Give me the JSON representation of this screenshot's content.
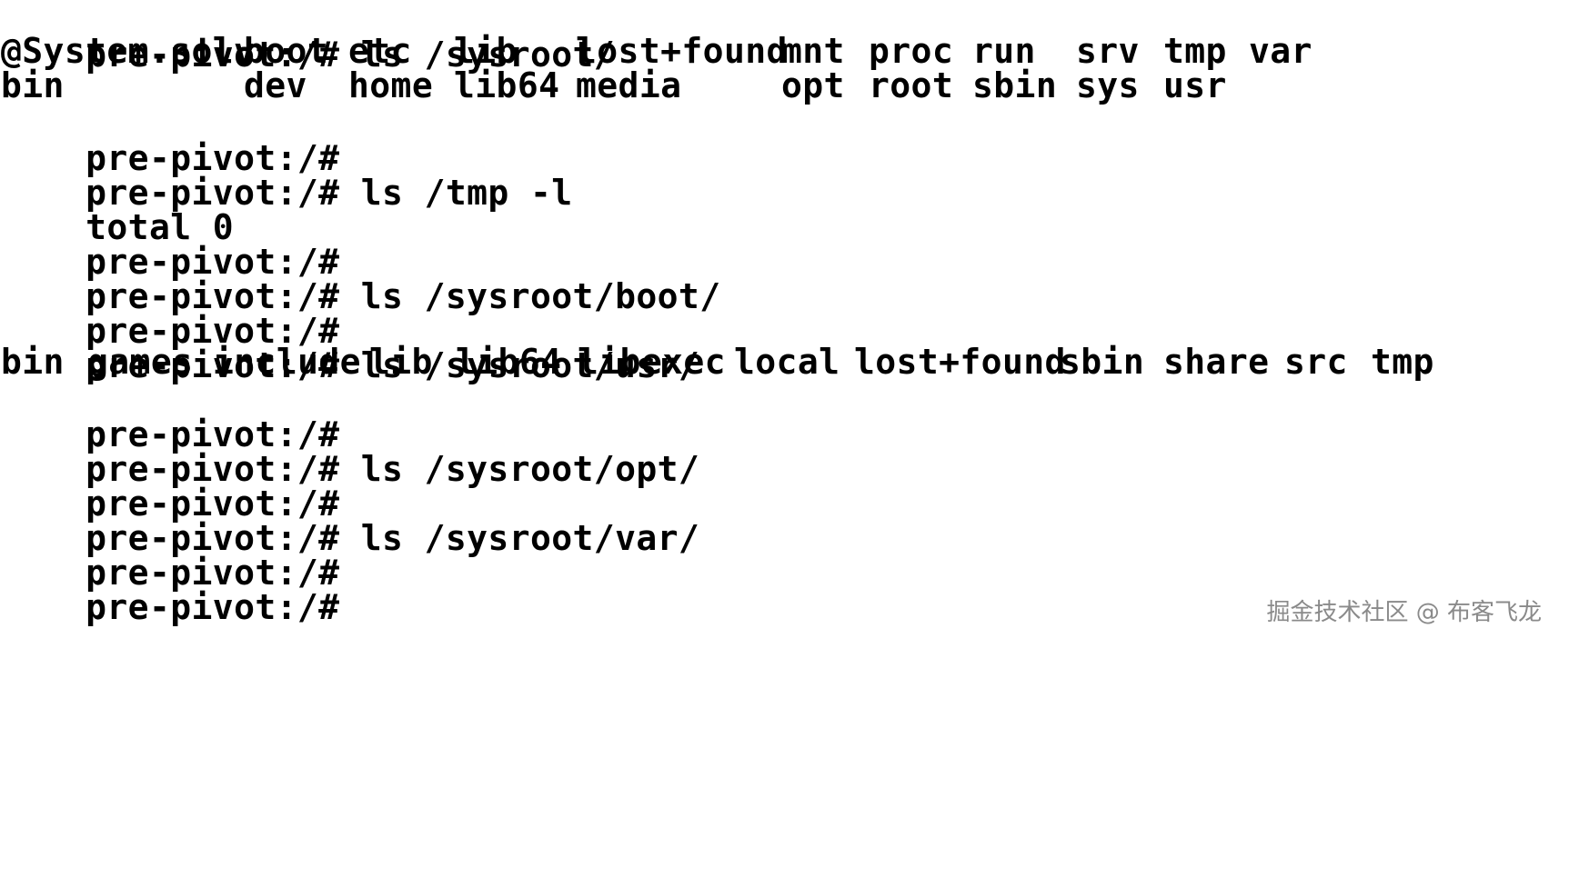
{
  "terminal": {
    "prompt": "pre-pivot:/#",
    "lines": [
      {
        "prompt": "pre-pivot:/#",
        "cmd": " ls /sysroot/"
      },
      {
        "cells": [
          "@System.solv",
          "boot",
          "etc",
          "lib",
          "lost+found",
          "mnt",
          "proc",
          "run",
          "srv",
          "tmp",
          "var"
        ]
      },
      {
        "cells": [
          "bin",
          "dev",
          "home",
          "lib64",
          "media",
          "opt",
          "root",
          "sbin",
          "sys",
          "usr"
        ]
      },
      {
        "prompt": "pre-pivot:/#",
        "cmd": ""
      },
      {
        "prompt": "pre-pivot:/#",
        "cmd": " ls /tmp -l"
      },
      {
        "text": "total 0"
      },
      {
        "prompt": "pre-pivot:/#",
        "cmd": ""
      },
      {
        "prompt": "pre-pivot:/#",
        "cmd": " ls /sysroot/boot/"
      },
      {
        "prompt": "pre-pivot:/#",
        "cmd": ""
      },
      {
        "prompt": "pre-pivot:/#",
        "cmd": " ls /sysroot/usr/"
      },
      {
        "cells": [
          "bin",
          "games",
          "include",
          "lib",
          "lib64",
          "libexec",
          "local",
          "lost+found",
          "sbin",
          "share",
          "src",
          "tmp"
        ]
      },
      {
        "prompt": "pre-pivot:/#",
        "cmd": ""
      },
      {
        "prompt": "pre-pivot:/#",
        "cmd": " ls /sysroot/opt/"
      },
      {
        "prompt": "pre-pivot:/#",
        "cmd": ""
      },
      {
        "prompt": "pre-pivot:/#",
        "cmd": " ls /sysroot/var/"
      },
      {
        "prompt": "pre-pivot:/#",
        "cmd": ""
      },
      {
        "prompt": "pre-pivot:/#",
        "cmd": ""
      }
    ]
  },
  "watermark": "掘金技术社区 @ 布客飞龙"
}
